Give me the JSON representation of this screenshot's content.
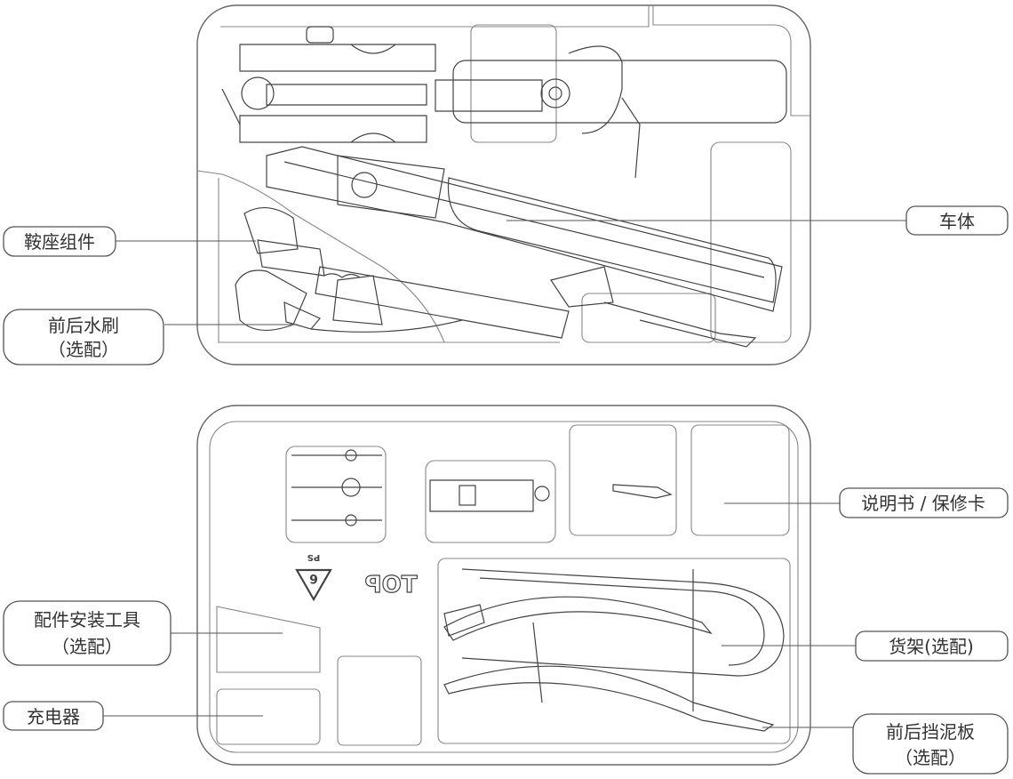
{
  "labels": {
    "saddle": "鞍座组件",
    "body": "车体",
    "wiper_line1": "前后水刷",
    "wiper_line2": "（选配）",
    "manual": "说明书 / 保修卡",
    "tools_line1": "配件安装工具",
    "tools_line2": "（选配）",
    "rack": "货架(选配)",
    "charger": "充电器",
    "fender_line1": "前后挡泥板",
    "fender_line2": "（选配）"
  },
  "markings": {
    "top": "TOP",
    "recycle_number": "6",
    "recycle_material": "PS"
  }
}
